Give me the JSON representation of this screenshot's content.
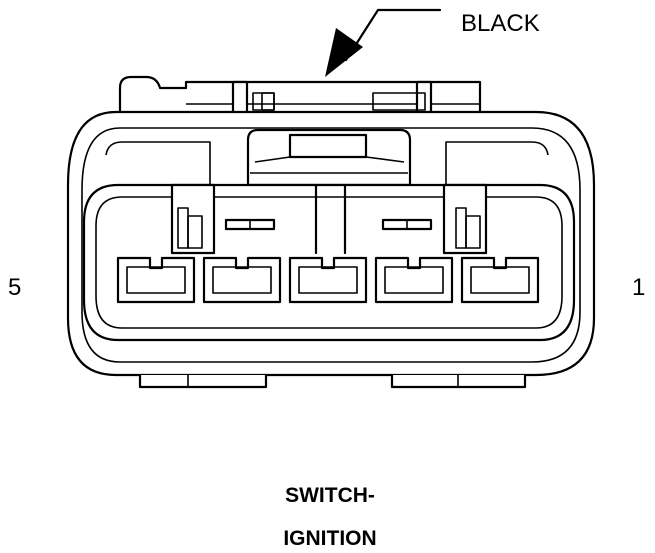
{
  "callout": {
    "text": "BLACK"
  },
  "pins": {
    "left": "5",
    "right": "1"
  },
  "title": {
    "line1": "SWITCH-",
    "line2": "IGNITION"
  },
  "colors": {
    "line": "#000000",
    "background": "#ffffff"
  }
}
